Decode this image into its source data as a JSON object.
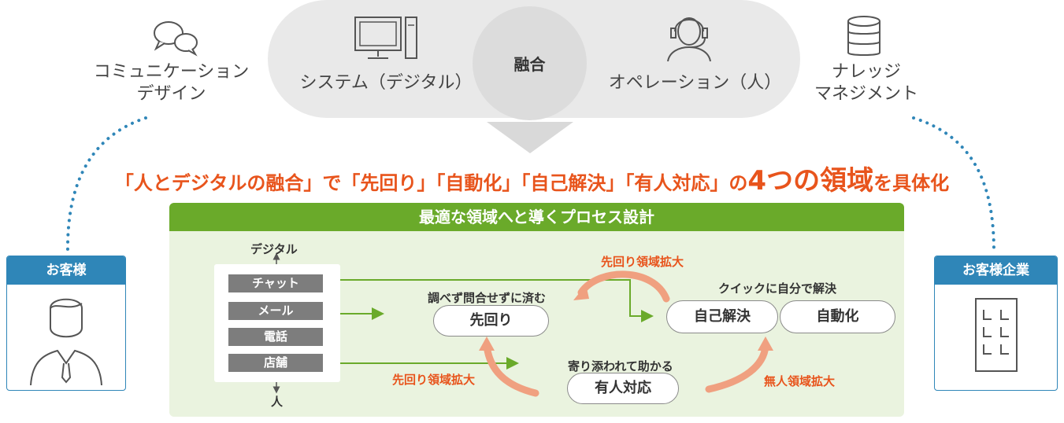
{
  "top": {
    "communication": [
      "コミュニケーション",
      "デザイン"
    ],
    "system": "システム（デジタル）",
    "fusion": "融合",
    "operation": "オペレーション（人）",
    "knowledge": [
      "ナレッジ",
      "マネジメント"
    ]
  },
  "headline": {
    "part1": "「人とデジタルの融合」で「先回り」「自動化」「自己解決」「有人対応」の",
    "big": "4つの領域",
    "part2": "を具体化"
  },
  "panel": {
    "title": "最適な領域へと導くプロセス設計",
    "axis_top": "デジタル",
    "axis_bottom": "人",
    "channels": [
      "チャット",
      "メール",
      "電話",
      "店舗"
    ],
    "sakimawari_caption": "調べず問合せずに済む",
    "sakimawari": "先回り",
    "quick_caption": "クイックに自分で解決",
    "self_solve": "自己解決",
    "automation": "自動化",
    "yorisoi_caption": "寄り添われて助かる",
    "staffed": "有人対応",
    "expand_top": "先回り領域拡大",
    "expand_left": "先回り領域拡大",
    "expand_right": "無人領域拡大"
  },
  "customer": {
    "label": "お客様"
  },
  "company": {
    "label": "お客様企業"
  },
  "colors": {
    "orange": "#e8541c",
    "green": "#6aaa2a",
    "blue": "#2f86b8"
  }
}
